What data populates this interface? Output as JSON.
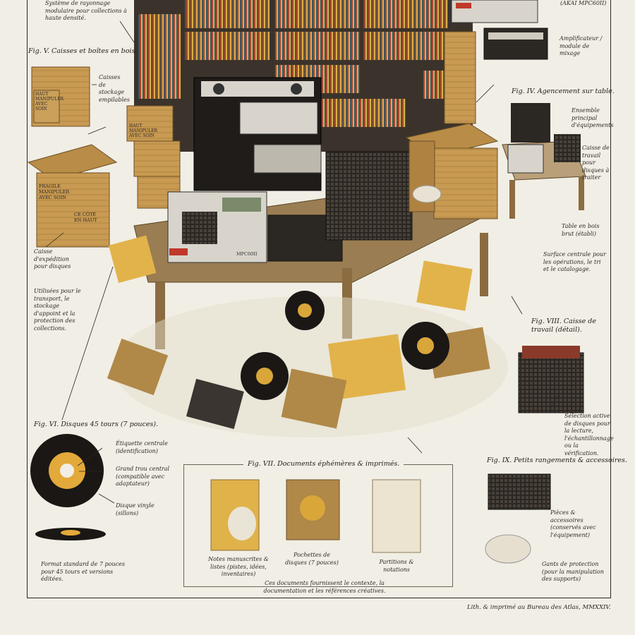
{
  "top_note": "Système de rayonnage modulaire pour collections à haute densité.",
  "top_right_model": "(AKAI MPC60II)",
  "amplifier": "Amplificateur / module de mixage",
  "fig_v": {
    "title": "Fig. V. Caisses et boîtes en bois.",
    "stack_label": "Caisses de stockage empilables",
    "crate_text_1": "HAUT MANIPULER AVEC SOIN",
    "crate_text_2": "HAUT MANIPULER AVEC SOIN",
    "crate_text_3": "FRAGILE MANIPULER AVEC SOIN",
    "crate_text_4": "CE CÔTÉ EN HAUT"
  },
  "shipping_label": "Caisse d'expédition pour disques",
  "uses_label": "Utilisées pour le transport, le stockage d'appoint et la protection des collections.",
  "fig_iv": {
    "title": "Fig. IV. Agencement sur table.",
    "main_set": "Ensemble principal d'équipements",
    "work_crate": "Caisse de travail pour disques à traiter",
    "table": "Table en bois brut (établi)"
  },
  "surface": "Surface centrale pour les opérations, le tri et le catalogage.",
  "fig_viii": {
    "title": "Fig. VIII. Caisse de travail (détail).",
    "desc": "Sélection active de disques pour la lecture, l'échantillonnage ou la vérification."
  },
  "fig_vi": {
    "title": "Fig. VI. Disques 45 tours (7 pouces).",
    "label_center": "Étiquette centrale (identification)",
    "big_hole": "Grand trou central (compatible avec adaptateur)",
    "vinyl": "Disque vinyle (sillons)",
    "format": "Format standard de 7 pouces pour 45 tours et versions éditées."
  },
  "fig_vii": {
    "title": "Fig. VII. Documents éphémères & imprimés.",
    "item1": "Notes manuscrites & listes (pistes, idées, inventaires)",
    "item2": "Pochettes de disques (7 pouces)",
    "item3": "Partitions & notations",
    "footer": "Ces documents fournissent le contexte, la documentation et les références créatives."
  },
  "fig_ix": {
    "title": "Fig. IX. Petits rangements & accessoires.",
    "parts": "Pièces & accessoires (conservés avec l'équipement)",
    "gloves": "Gants de protection (pour la manipulation des supports)"
  },
  "equipment": {
    "brand": "AKAI",
    "model": "MPC60II"
  },
  "credit": "Lith. & imprimé au Bureau des Atlas, MMXXIV."
}
